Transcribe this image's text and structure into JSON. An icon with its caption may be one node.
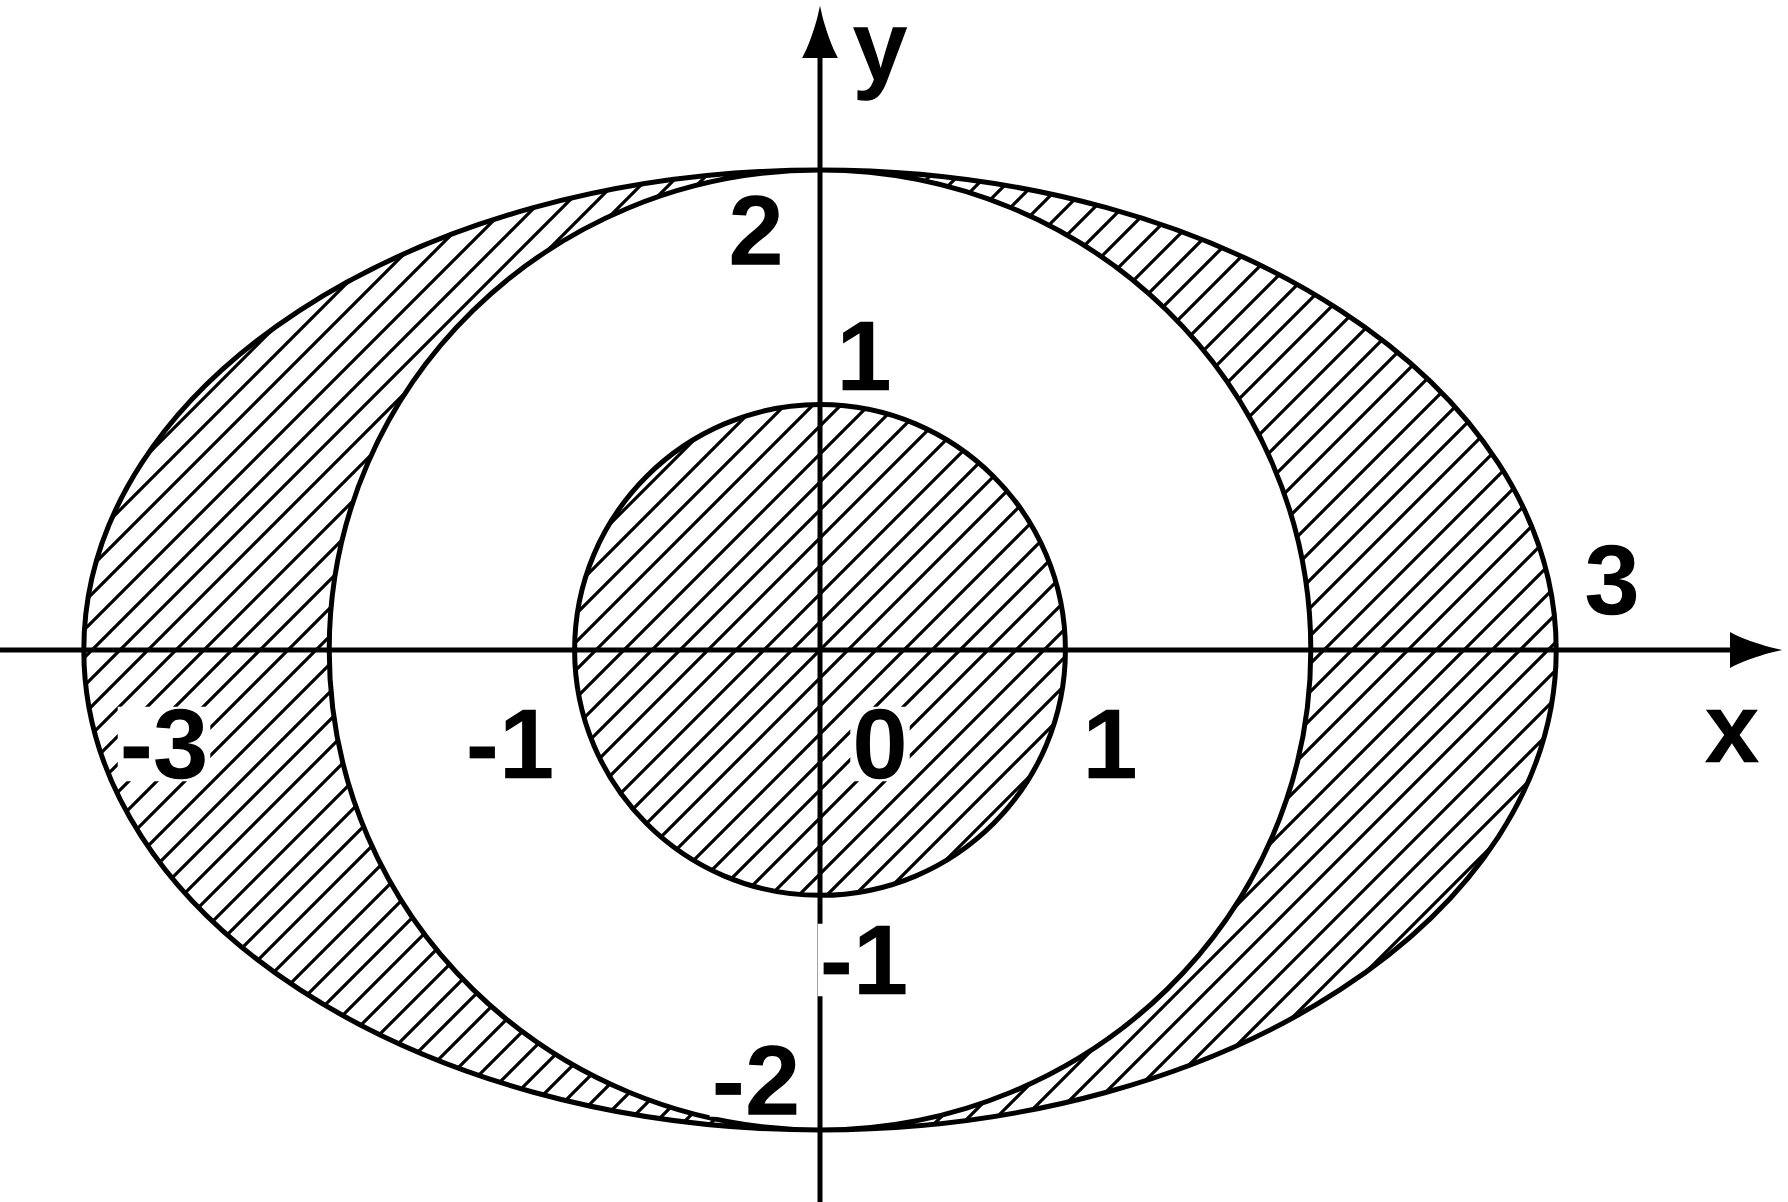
{
  "diagram": {
    "labels": [
      "y",
      "2",
      "1",
      "3",
      "x",
      "-3",
      "-1",
      "0",
      "1",
      "-1",
      "-2"
    ]
  }
}
